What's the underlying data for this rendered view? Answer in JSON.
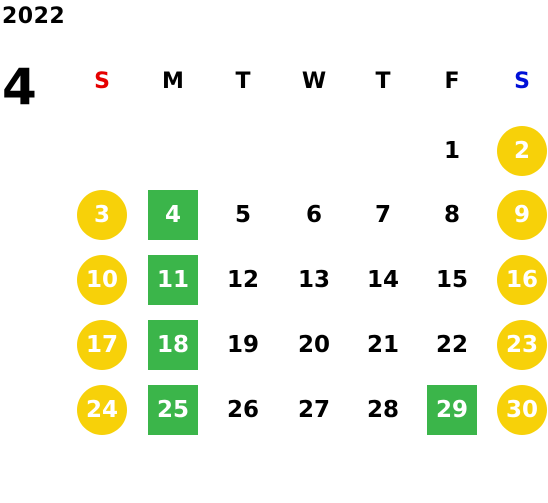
{
  "year": "2022",
  "month": "4",
  "colors": {
    "weekend_circle": "#f7d109",
    "holiday_square": "#3bb54a",
    "sunday_label": "#e60000",
    "saturday_label": "#0010d8",
    "text": "#000000"
  },
  "weekdays": [
    {
      "label": "S",
      "type": "sunday"
    },
    {
      "label": "M",
      "type": "weekday"
    },
    {
      "label": "T",
      "type": "weekday"
    },
    {
      "label": "W",
      "type": "weekday"
    },
    {
      "label": "T",
      "type": "weekday"
    },
    {
      "label": "F",
      "type": "weekday"
    },
    {
      "label": "S",
      "type": "saturday"
    }
  ],
  "weeks": [
    [
      null,
      null,
      null,
      null,
      null,
      {
        "day": "1",
        "style": "plain"
      },
      {
        "day": "2",
        "style": "circle"
      }
    ],
    [
      {
        "day": "3",
        "style": "circle"
      },
      {
        "day": "4",
        "style": "square"
      },
      {
        "day": "5",
        "style": "plain"
      },
      {
        "day": "6",
        "style": "plain"
      },
      {
        "day": "7",
        "style": "plain"
      },
      {
        "day": "8",
        "style": "plain"
      },
      {
        "day": "9",
        "style": "circle"
      }
    ],
    [
      {
        "day": "10",
        "style": "circle"
      },
      {
        "day": "11",
        "style": "square"
      },
      {
        "day": "12",
        "style": "plain"
      },
      {
        "day": "13",
        "style": "plain"
      },
      {
        "day": "14",
        "style": "plain"
      },
      {
        "day": "15",
        "style": "plain"
      },
      {
        "day": "16",
        "style": "circle"
      }
    ],
    [
      {
        "day": "17",
        "style": "circle"
      },
      {
        "day": "18",
        "style": "square"
      },
      {
        "day": "19",
        "style": "plain"
      },
      {
        "day": "20",
        "style": "plain"
      },
      {
        "day": "21",
        "style": "plain"
      },
      {
        "day": "22",
        "style": "plain"
      },
      {
        "day": "23",
        "style": "circle"
      }
    ],
    [
      {
        "day": "24",
        "style": "circle"
      },
      {
        "day": "25",
        "style": "square"
      },
      {
        "day": "26",
        "style": "plain"
      },
      {
        "day": "27",
        "style": "plain"
      },
      {
        "day": "28",
        "style": "plain"
      },
      {
        "day": "29",
        "style": "square"
      },
      {
        "day": "30",
        "style": "circle"
      }
    ]
  ]
}
